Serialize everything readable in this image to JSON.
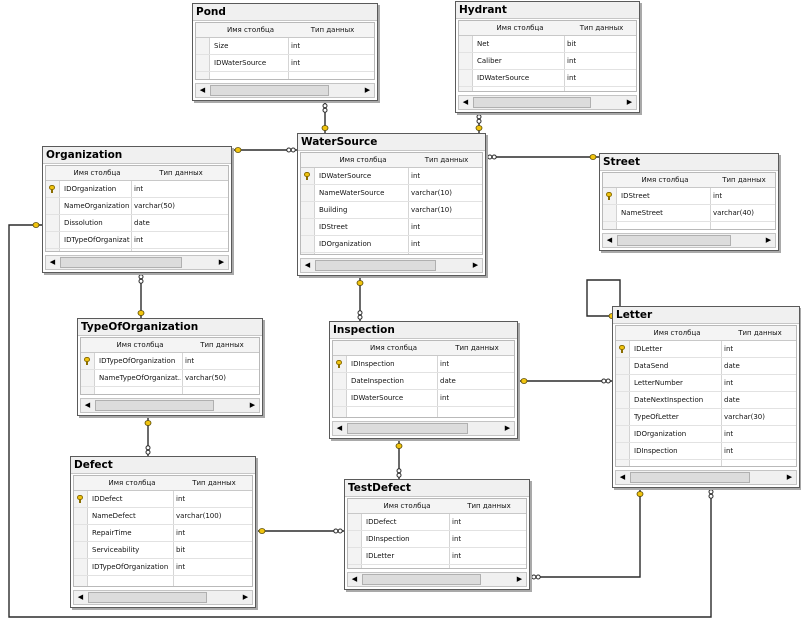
{
  "columns_header": {
    "name": "Имя столбца",
    "type": "Тип данных"
  },
  "colors": {
    "connector_key": "#f1c40f",
    "line": "#2b2b2b",
    "border": "#5a5a5a"
  },
  "tables": {
    "pond": {
      "title": "Pond",
      "rows": [
        {
          "name": "Size",
          "type": "int",
          "key": false
        },
        {
          "name": "IDWaterSource",
          "type": "int",
          "key": false
        }
      ]
    },
    "hydrant": {
      "title": "Hydrant",
      "rows": [
        {
          "name": "Net",
          "type": "bit",
          "key": false
        },
        {
          "name": "Caliber",
          "type": "int",
          "key": false
        },
        {
          "name": "IDWaterSource",
          "type": "int",
          "key": false
        }
      ]
    },
    "organization": {
      "title": "Organization",
      "rows": [
        {
          "name": "IDOrganization",
          "type": "int",
          "key": true
        },
        {
          "name": "NameOrganization",
          "type": "varchar(50)",
          "key": false
        },
        {
          "name": "Dissolution",
          "type": "date",
          "key": false
        },
        {
          "name": "IDTypeOfOrganization",
          "type": "int",
          "key": false
        }
      ]
    },
    "watersource": {
      "title": "WaterSource",
      "rows": [
        {
          "name": "IDWaterSource",
          "type": "int",
          "key": true
        },
        {
          "name": "NameWaterSource",
          "type": "varchar(10)",
          "key": false
        },
        {
          "name": "Building",
          "type": "varchar(10)",
          "key": false
        },
        {
          "name": "IDStreet",
          "type": "int",
          "key": false
        },
        {
          "name": "IDOrganization",
          "type": "int",
          "key": false
        }
      ]
    },
    "street": {
      "title": "Street",
      "rows": [
        {
          "name": "IDStreet",
          "type": "int",
          "key": true
        },
        {
          "name": "NameStreet",
          "type": "varchar(40)",
          "key": false
        }
      ]
    },
    "typeoforganization": {
      "title": "TypeOfOrganization",
      "rows": [
        {
          "name": "IDTypeOfOrganization",
          "type": "int",
          "key": true
        },
        {
          "name": "NameTypeOfOrganizat...",
          "type": "varchar(50)",
          "key": false
        }
      ]
    },
    "inspection": {
      "title": "Inspection",
      "rows": [
        {
          "name": "IDInspection",
          "type": "int",
          "key": true
        },
        {
          "name": "DateInspection",
          "type": "date",
          "key": false
        },
        {
          "name": "IDWaterSource",
          "type": "int",
          "key": false
        }
      ]
    },
    "letter": {
      "title": "Letter",
      "rows": [
        {
          "name": "IDLetter",
          "type": "int",
          "key": true
        },
        {
          "name": "DataSend",
          "type": "date",
          "key": false
        },
        {
          "name": "LetterNumber",
          "type": "int",
          "key": false
        },
        {
          "name": "DateNextInspection",
          "type": "date",
          "key": false
        },
        {
          "name": "TypeOfLetter",
          "type": "varchar(30)",
          "key": false
        },
        {
          "name": "IDOrganization",
          "type": "int",
          "key": false
        },
        {
          "name": "IDInspection",
          "type": "int",
          "key": false
        }
      ]
    },
    "defect": {
      "title": "Defect",
      "rows": [
        {
          "name": "IDDefect",
          "type": "int",
          "key": true
        },
        {
          "name": "NameDefect",
          "type": "varchar(100)",
          "key": false
        },
        {
          "name": "RepairTime",
          "type": "int",
          "key": false
        },
        {
          "name": "Serviceability",
          "type": "bit",
          "key": false
        },
        {
          "name": "IDTypeOfOrganization",
          "type": "int",
          "key": false
        }
      ]
    },
    "testdefect": {
      "title": "TestDefect",
      "rows": [
        {
          "name": "IDDefect",
          "type": "int",
          "key": false
        },
        {
          "name": "IDInspection",
          "type": "int",
          "key": false
        },
        {
          "name": "IDLetter",
          "type": "int",
          "key": false
        }
      ]
    }
  }
}
